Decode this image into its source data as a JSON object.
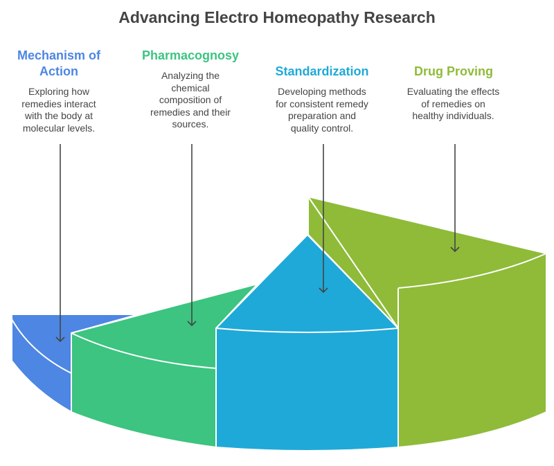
{
  "title": "Advancing Electro Homeopathy Research",
  "sections": [
    {
      "heading": "Mechanism of Action",
      "description": "Exploring how remedies interact with the body at molecular levels.",
      "color": "#4d86e3"
    },
    {
      "heading": "Pharmacognosy",
      "description": "Analyzing the chemical composition of remedies and their sources.",
      "color": "#3cc480"
    },
    {
      "heading": "Standardization",
      "description": "Developing methods for consistent remedy preparation and quality control.",
      "color": "#1fa9d8"
    },
    {
      "heading": "Drug Proving",
      "description": "Evaluating the effects of remedies on healthy individuals.",
      "color": "#8fbb39"
    }
  ]
}
